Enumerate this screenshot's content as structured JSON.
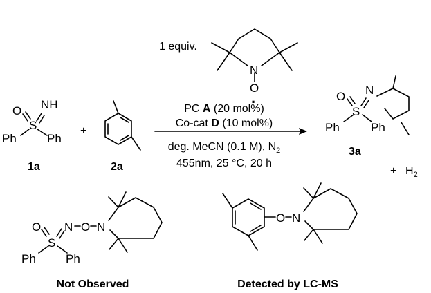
{
  "reagent": {
    "amount": "1 equiv."
  },
  "atoms": {
    "N": "N",
    "O": "O",
    "NH": "NH",
    "S": "S",
    "Ph": "Ph",
    "H": "H",
    "radical_dot": "·"
  },
  "operators": {
    "plus": "+"
  },
  "conditions": {
    "line1_prefix": "PC ",
    "line1_bold": "A",
    "line1_suffix": " (20 mol%)",
    "line2_prefix": "Co-cat ",
    "line2_bold": "D",
    "line2_suffix": " (10 mol%)",
    "line3_text": "deg. MeCN (0.1 M), N",
    "line3_sub": "2",
    "line4_text": "455nm, 25 °C, 20 h"
  },
  "compounds": {
    "c1a": "1a",
    "c2a": "2a",
    "c3a": "3a"
  },
  "byproduct": {
    "formula": "H",
    "sub": "2"
  },
  "captions": {
    "not_observed": "Not Observed",
    "detected": "Detected by LC-MS"
  }
}
